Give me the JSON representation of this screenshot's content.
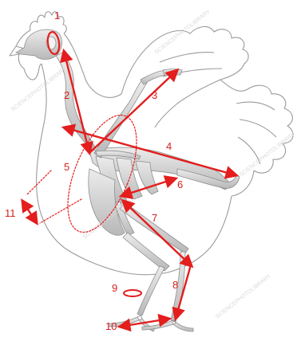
{
  "labels": {
    "l1": "1",
    "l2": "2",
    "l3": "3",
    "l4": "4",
    "l5": "5",
    "l6": "6",
    "l7": "7",
    "l8": "8",
    "l9": "9",
    "l10": "10",
    "l11": "11"
  },
  "watermark": "SCIENCEPHOTOLIBRARY",
  "colors": {
    "annotation": "#e41d1d",
    "outline": "#9a9a9a",
    "bone": "#d0d0d0"
  }
}
